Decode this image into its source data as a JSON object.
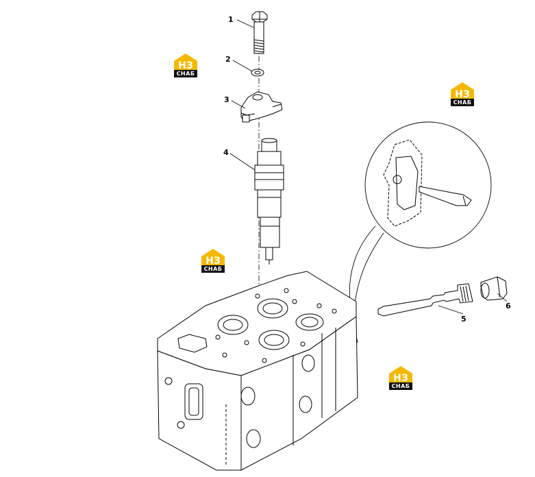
{
  "diagram": {
    "callouts": [
      {
        "id": "1",
        "label": "1"
      },
      {
        "id": "2",
        "label": "2"
      },
      {
        "id": "3",
        "label": "3"
      },
      {
        "id": "4",
        "label": "4"
      },
      {
        "id": "5",
        "label": "5"
      },
      {
        "id": "6",
        "label": "6"
      }
    ]
  },
  "watermark": {
    "text": "СНАБ",
    "accent_color": "#f5b800",
    "dark_color": "#111111"
  }
}
